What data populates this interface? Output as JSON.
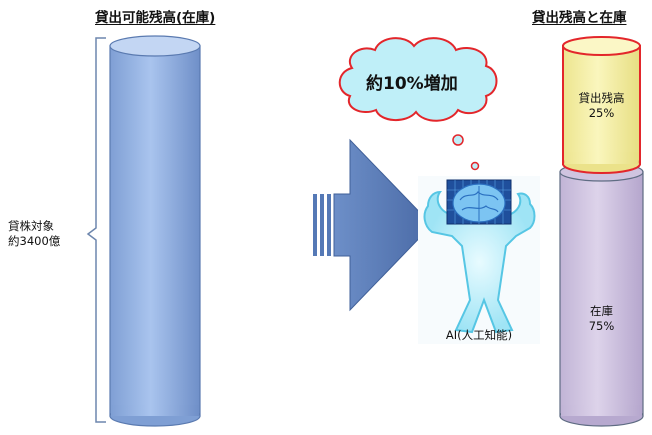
{
  "left_panel": {
    "title": "貸出可能残高(在庫)",
    "brace_label_line1": "貸株対象",
    "brace_label_line2": "約3400億"
  },
  "right_panel": {
    "title": "貸出残高と在庫",
    "top_segment": {
      "label": "貸出残高",
      "percent": "25%",
      "fraction": 0.25,
      "color": "#f7f2a6",
      "outline": "#e3262b"
    },
    "bottom_segment": {
      "label": "在庫",
      "percent": "75%",
      "fraction": 0.75,
      "color": "#d3c8e2",
      "outline": "#5f6c83"
    }
  },
  "thought_bubble": {
    "text": "約10%増加",
    "outline": "#e3262b",
    "fill": "#bfeff8"
  },
  "ai_figure": {
    "caption": "AI(人工知能)"
  },
  "colors": {
    "left_cylinder": "#9fbde8",
    "arrow": "#5579b6"
  }
}
